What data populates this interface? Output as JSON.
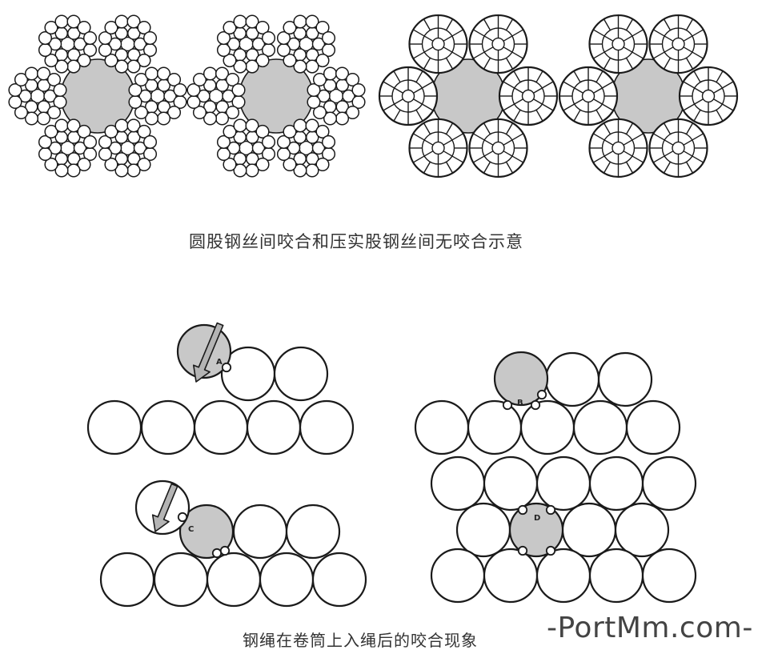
{
  "captions": {
    "top": "圆股钢丝间咬合和压实股钢丝间无咬合示意",
    "bottom": "钢绳在卷筒上入绳后的咬合现象"
  },
  "watermark": "-PortMm.com-",
  "markers": {
    "a": "A",
    "b": "B",
    "c": "C",
    "d": "D"
  },
  "colors": {
    "outline": "#1a1a1a",
    "core_fill": "#c8c8c8",
    "contact_fill": "#c8c8c8",
    "wire_fill": "#ffffff",
    "arrow_fill": "#b4b4b4"
  }
}
